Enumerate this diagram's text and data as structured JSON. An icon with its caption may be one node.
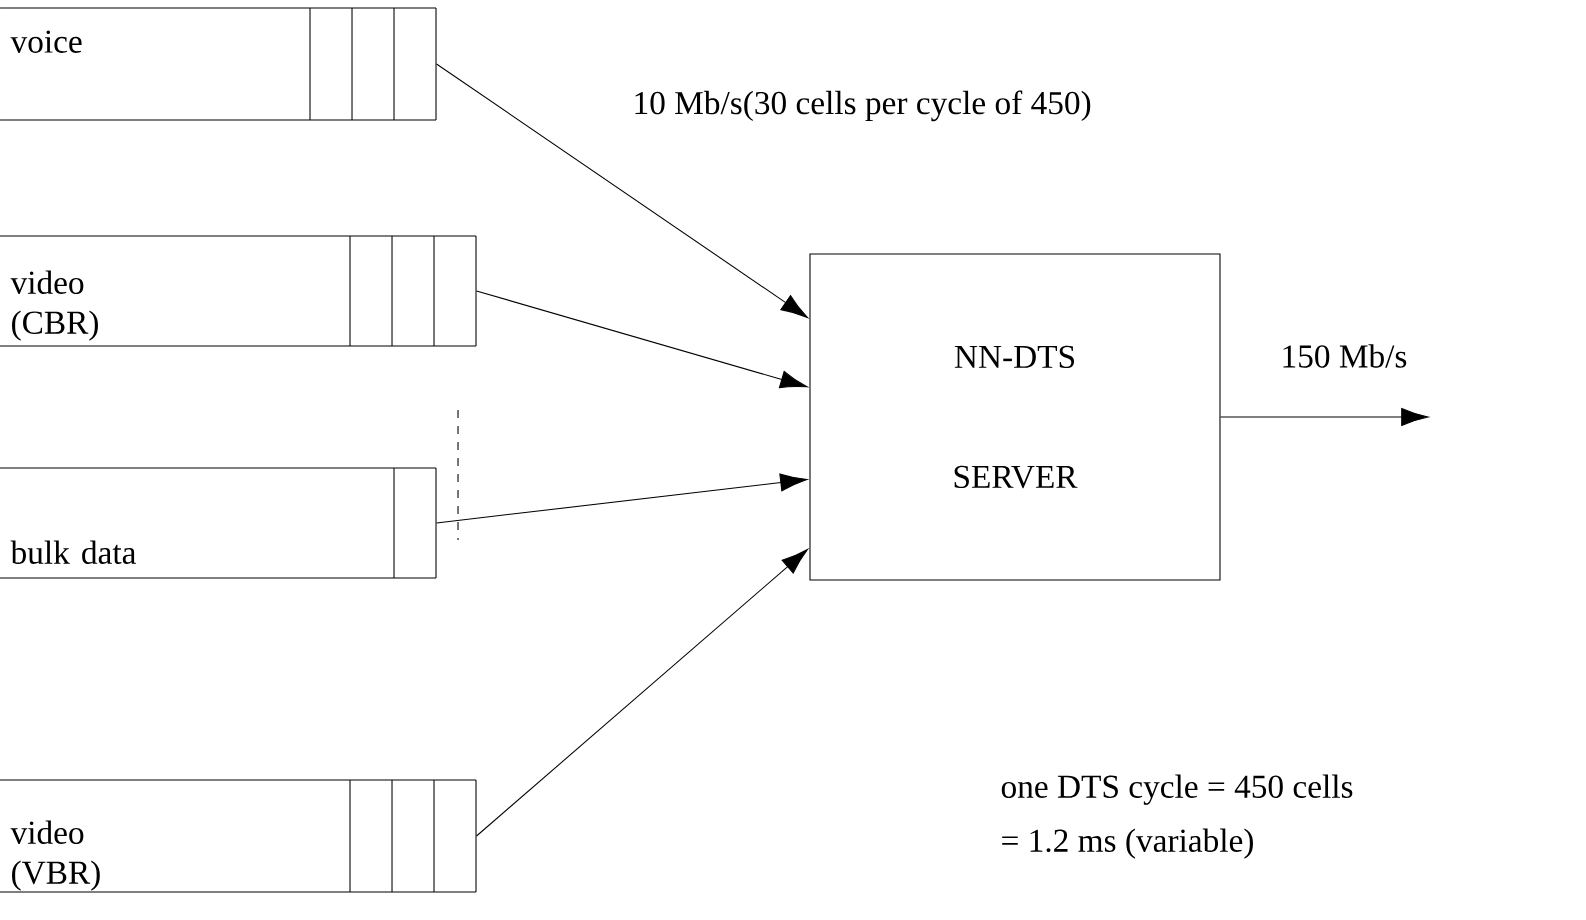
{
  "diagram": {
    "nodes": [
      {
        "text": [
          "voice"
        ]
      },
      {
        "text": [
          "video (CBR)"
        ]
      },
      {
        "text": [
          "bulk data"
        ]
      },
      {
        "text": [
          "video (VBR)"
        ]
      },
      {
        "text": [
          "NN-DTS",
          "SERVER"
        ]
      }
    ],
    "edges": [
      {
        "from": 0,
        "to": 4,
        "arrow": "to"
      },
      {
        "from": 1,
        "to": 4,
        "arrow": "to"
      },
      {
        "from": 2,
        "to": 4,
        "arrow": "to"
      },
      {
        "from": 3,
        "to": 4,
        "arrow": "to"
      },
      {
        "from": 4,
        "to": null,
        "arrow": "to",
        "label": "150 Mb/s"
      }
    ],
    "labels": [
      "10 Mb/s(30 cells per cycle of 450)",
      "one DTS cycle = 450 cells",
      "= 1.2 ms (variable)"
    ]
  }
}
